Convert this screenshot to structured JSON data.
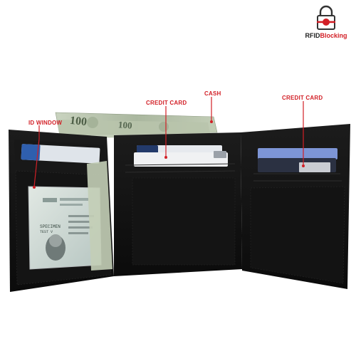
{
  "badge": {
    "prefix": "RFID",
    "suffix": "Blocking"
  },
  "callouts": {
    "id_window": "ID WINDOW",
    "credit_card_center": "CREDIT CARD",
    "cash": "CASH",
    "credit_card_right": "CREDIT CARD"
  },
  "id_card": {
    "surname_label": "SPECIMEN",
    "given_label": "TEST V"
  },
  "bills": {
    "denomination_left": "100",
    "denomination_center": "100"
  },
  "colors": {
    "accent_red": "#d21f26",
    "leather": "#121212",
    "bill_green": "#b9c6ad"
  }
}
